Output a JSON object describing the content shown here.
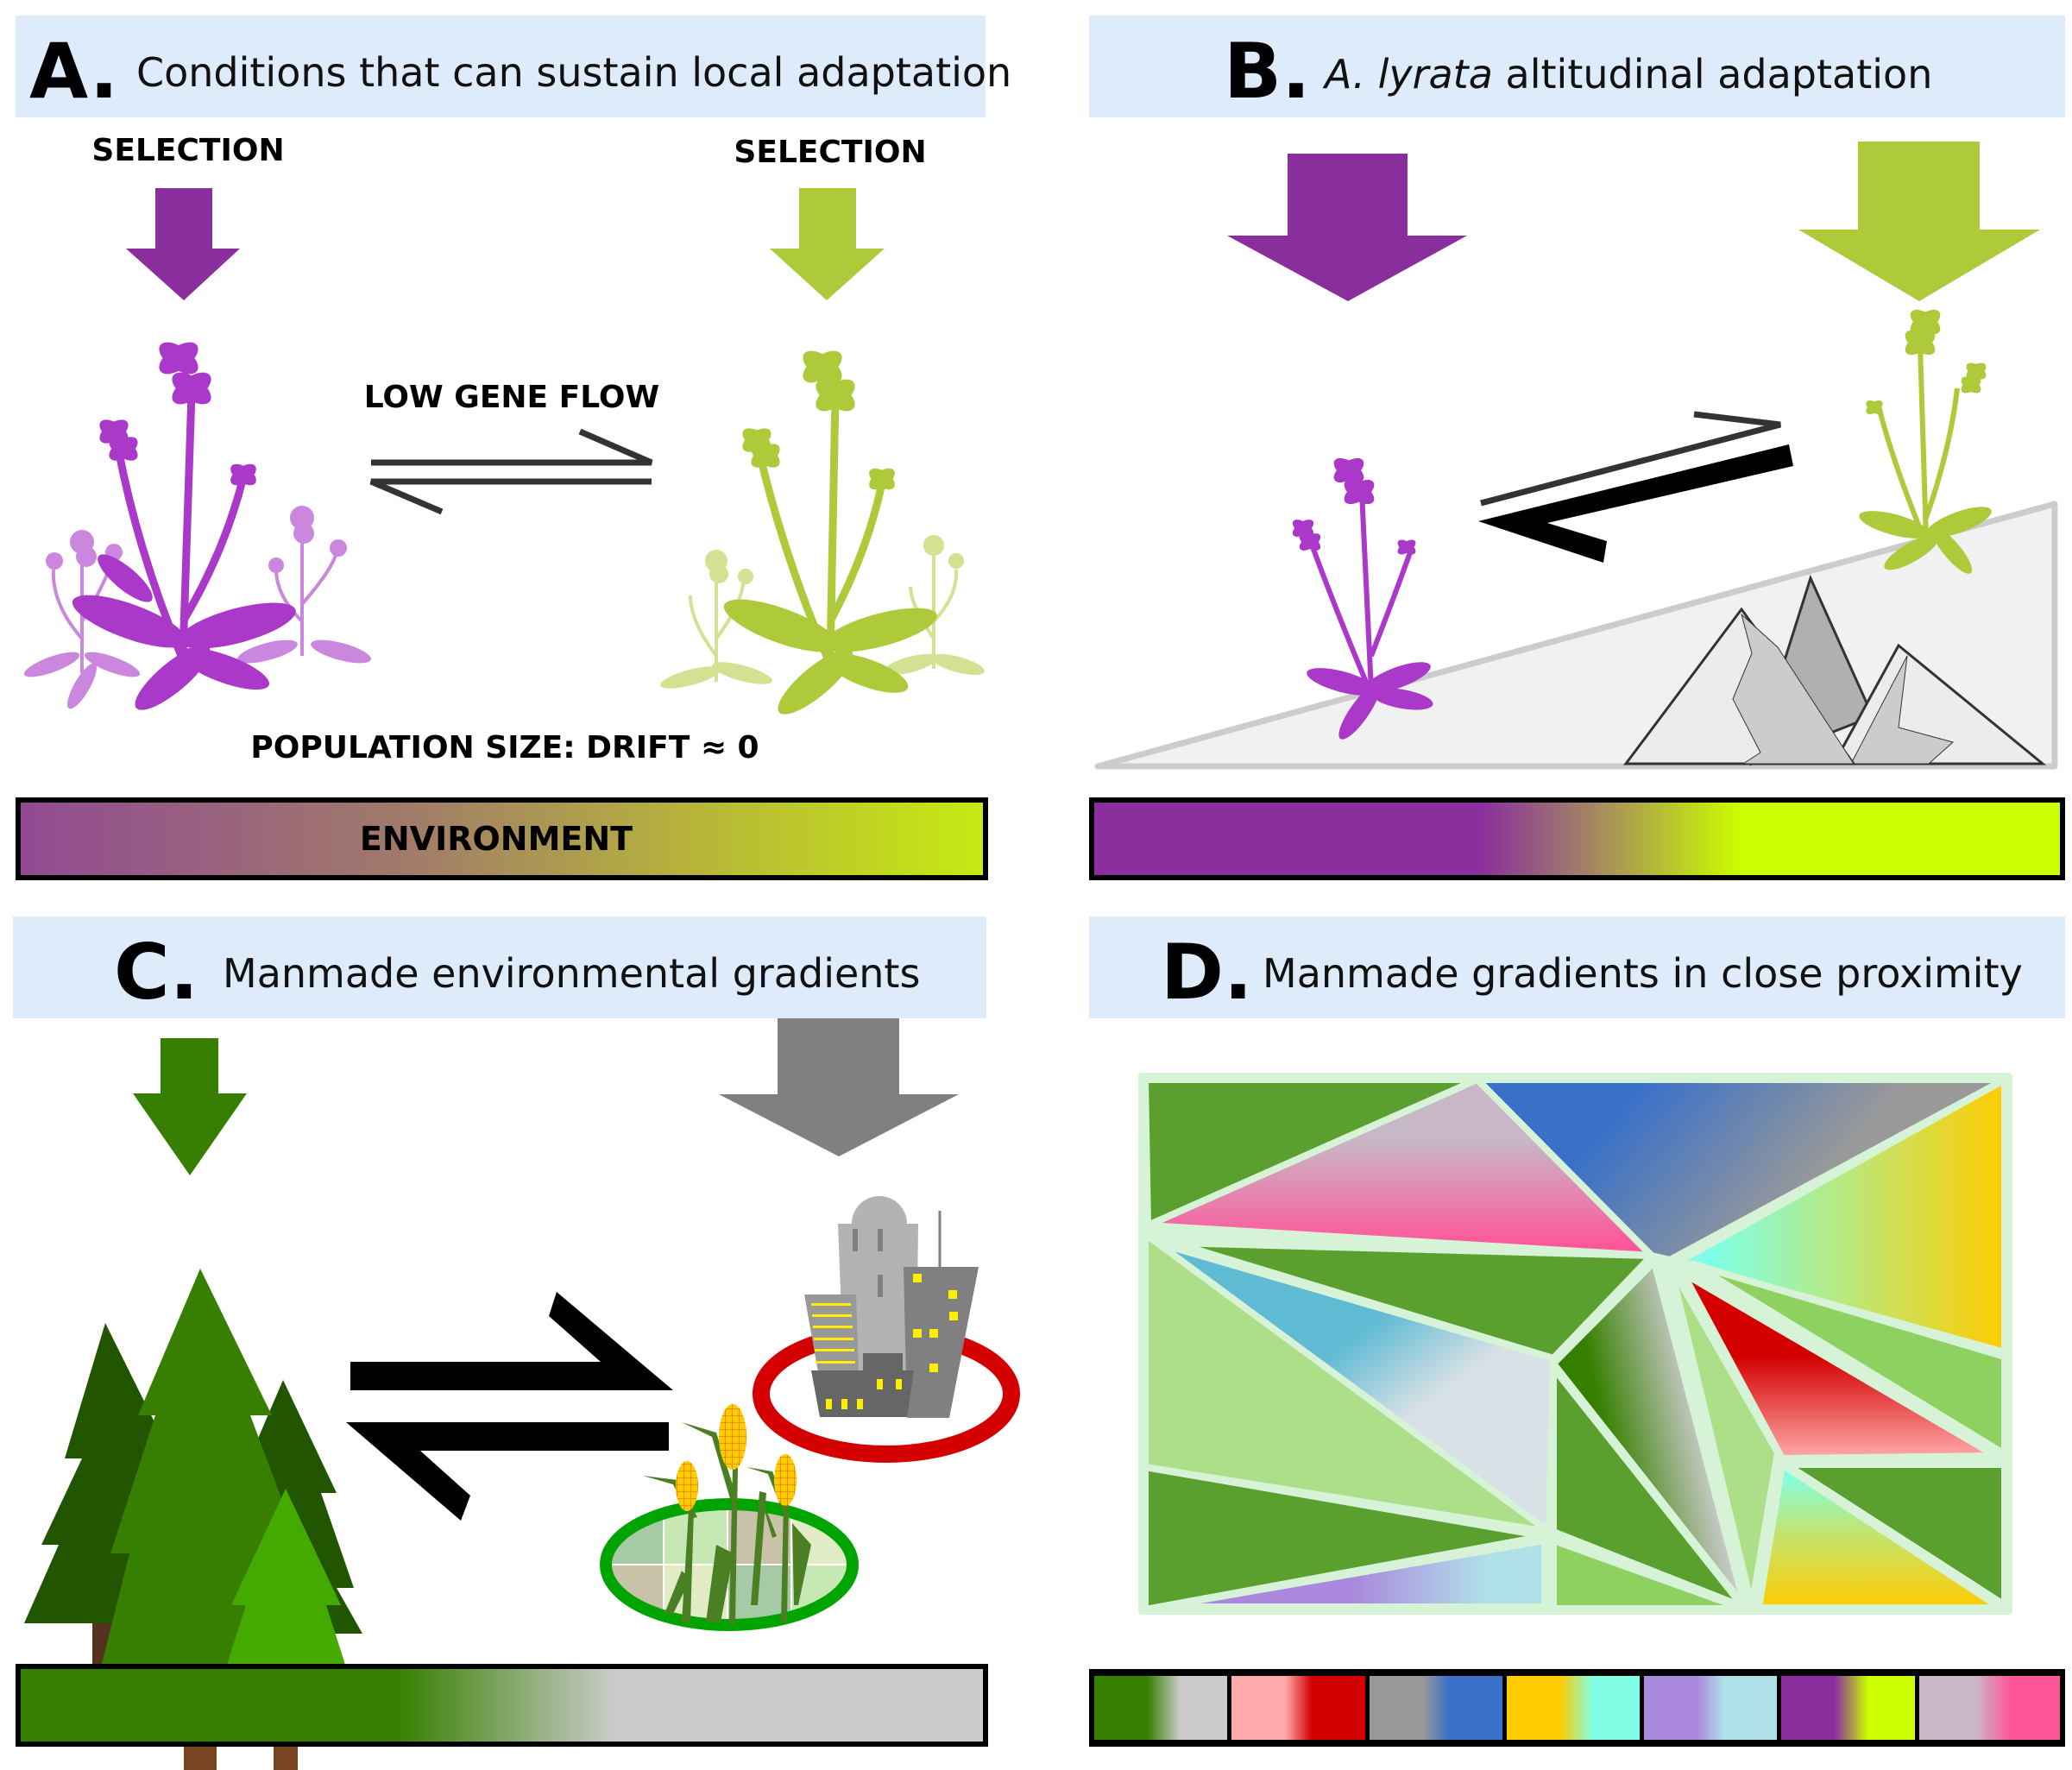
{
  "panels": {
    "a": {
      "letter": "A.",
      "title": "Conditions that can sustain local adaptation",
      "selection_left": "SELECTION",
      "selection_right": "SELECTION",
      "gene_flow_label": "LOW GENE FLOW",
      "population_label": "POPULATION SIZE: DRIFT ≈  0",
      "environment_label": "ENVIRONMENT",
      "left_color": "#8a2e9e",
      "right_color": "#aec93a",
      "gradient": [
        "#914a93",
        "#a17a6a",
        "#b7b53a",
        "#c6ea12"
      ]
    },
    "b": {
      "letter": "B.",
      "title_italic": "A. lyrata",
      "title_rest": " altitudinal adaptation",
      "left_color": "#8a2e9e",
      "right_color": "#aec93a",
      "gradient": [
        "#8a2e9e",
        "#ccff00"
      ]
    },
    "c": {
      "letter": "C.",
      "title": "Manmade environmental gradients",
      "left_color": "#367f00",
      "right_color": "#808080",
      "gradient": [
        "#367f00",
        "#cccccc"
      ]
    },
    "d": {
      "letter": "D.",
      "title": "Manmade gradients in close proximity",
      "swatches": [
        [
          "#367f00",
          "#cccccc"
        ],
        [
          "#ffaaaa",
          "#d40000"
        ],
        [
          "#999999",
          "#3a71c8"
        ],
        [
          "#ffcc00",
          "#80ffe6"
        ],
        [
          "#aa88dd",
          "#b0e0e8"
        ],
        [
          "#8a2e9e",
          "#ccff00"
        ],
        [
          "#c8b7c4",
          "#ff5599"
        ]
      ]
    }
  },
  "colors": {
    "header_bg": "#deebfb",
    "mosaic_border": "#d7f3d7",
    "dark_green": "#5ba02e",
    "light_green": "#acdf88",
    "mid_green": "#8ed160"
  }
}
